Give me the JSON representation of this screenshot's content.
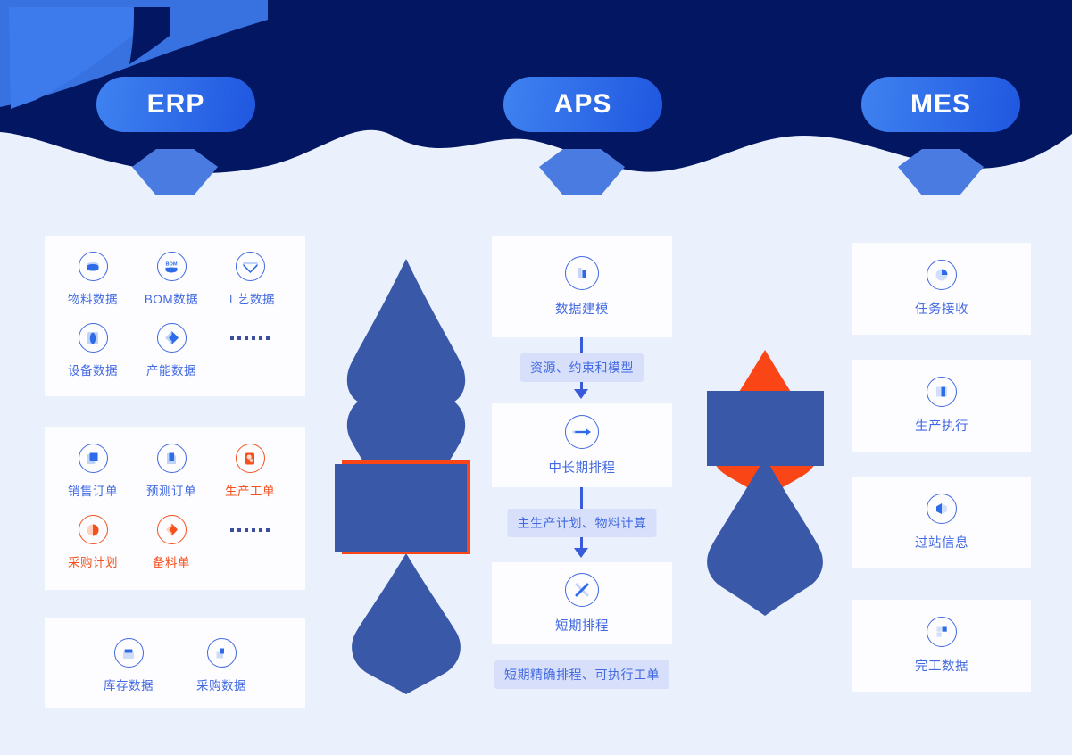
{
  "header": {
    "pills": [
      {
        "id": "erp",
        "label": "ERP"
      },
      {
        "id": "aps",
        "label": "APS"
      },
      {
        "id": "mes",
        "label": "MES"
      }
    ]
  },
  "colors": {
    "page_background": "#EAF0FC",
    "header_navy": "#031661",
    "accent_blue": "#3D7BED",
    "pill_gradient_from": "#3F82F0",
    "pill_gradient_to": "#1F56DF",
    "text_blue": "#4169E1",
    "text_orange": "#F4511E",
    "badge_background": "#D7DFFA",
    "card_background": "#FDFDFF",
    "blob_blue": "#3A58A8",
    "blob_orange": "#FA4616"
  },
  "erp_column": {
    "cards": [
      {
        "id": "master-data",
        "tiles": [
          {
            "label": "物料数据",
            "icon": "material-data-icon",
            "tone": "blue"
          },
          {
            "label": "BOM数据",
            "icon": "bom-data-icon",
            "tone": "blue"
          },
          {
            "label": "工艺数据",
            "icon": "process-data-icon",
            "tone": "blue"
          },
          {
            "label": "设备数据",
            "icon": "equipment-data-icon",
            "tone": "blue"
          },
          {
            "label": "产能数据",
            "icon": "capacity-data-icon",
            "tone": "blue"
          },
          {
            "label": "……",
            "icon": "ellipsis-dots-icon",
            "tone": "dots"
          }
        ]
      },
      {
        "id": "orders",
        "tiles": [
          {
            "label": "销售订单",
            "icon": "sales-order-icon",
            "tone": "blue"
          },
          {
            "label": "预测订单",
            "icon": "forecast-order-icon",
            "tone": "blue"
          },
          {
            "label": "生产工单",
            "icon": "production-order-icon",
            "tone": "orange"
          },
          {
            "label": "采购计划",
            "icon": "purchase-plan-icon",
            "tone": "orange"
          },
          {
            "label": "备料单",
            "icon": "material-prep-icon",
            "tone": "orange"
          },
          {
            "label": "……",
            "icon": "ellipsis-dots-icon",
            "tone": "dots"
          }
        ]
      },
      {
        "id": "inventory",
        "tiles": [
          {
            "label": "库存数据",
            "icon": "inventory-data-icon",
            "tone": "blue"
          },
          {
            "label": "采购数据",
            "icon": "purchase-data-icon",
            "tone": "blue"
          }
        ]
      }
    ]
  },
  "aps_column": {
    "steps": [
      {
        "id": "data-modeling",
        "label": "数据建模",
        "icon": "data-modeling-icon"
      },
      {
        "id": "mid-long-term",
        "label": "中长期排程",
        "icon": "mid-long-term-scheduling-icon"
      },
      {
        "id": "short-term",
        "label": "短期排程",
        "icon": "short-term-scheduling-icon"
      }
    ],
    "connector_labels": [
      {
        "id": "connector-1",
        "label": "资源、约束和模型"
      },
      {
        "id": "connector-2",
        "label": "主生产计划、物料计算"
      }
    ],
    "footer_label": "短期精确排程、可执行工单"
  },
  "mes_column": {
    "cards": [
      {
        "id": "task-receive",
        "label": "任务接收",
        "icon": "task-receive-icon"
      },
      {
        "id": "production-exec",
        "label": "生产执行",
        "icon": "production-execution-icon"
      },
      {
        "id": "station-info",
        "label": "过站信息",
        "icon": "station-info-icon"
      },
      {
        "id": "completion-data",
        "label": "完工数据",
        "icon": "completion-data-icon"
      }
    ]
  }
}
